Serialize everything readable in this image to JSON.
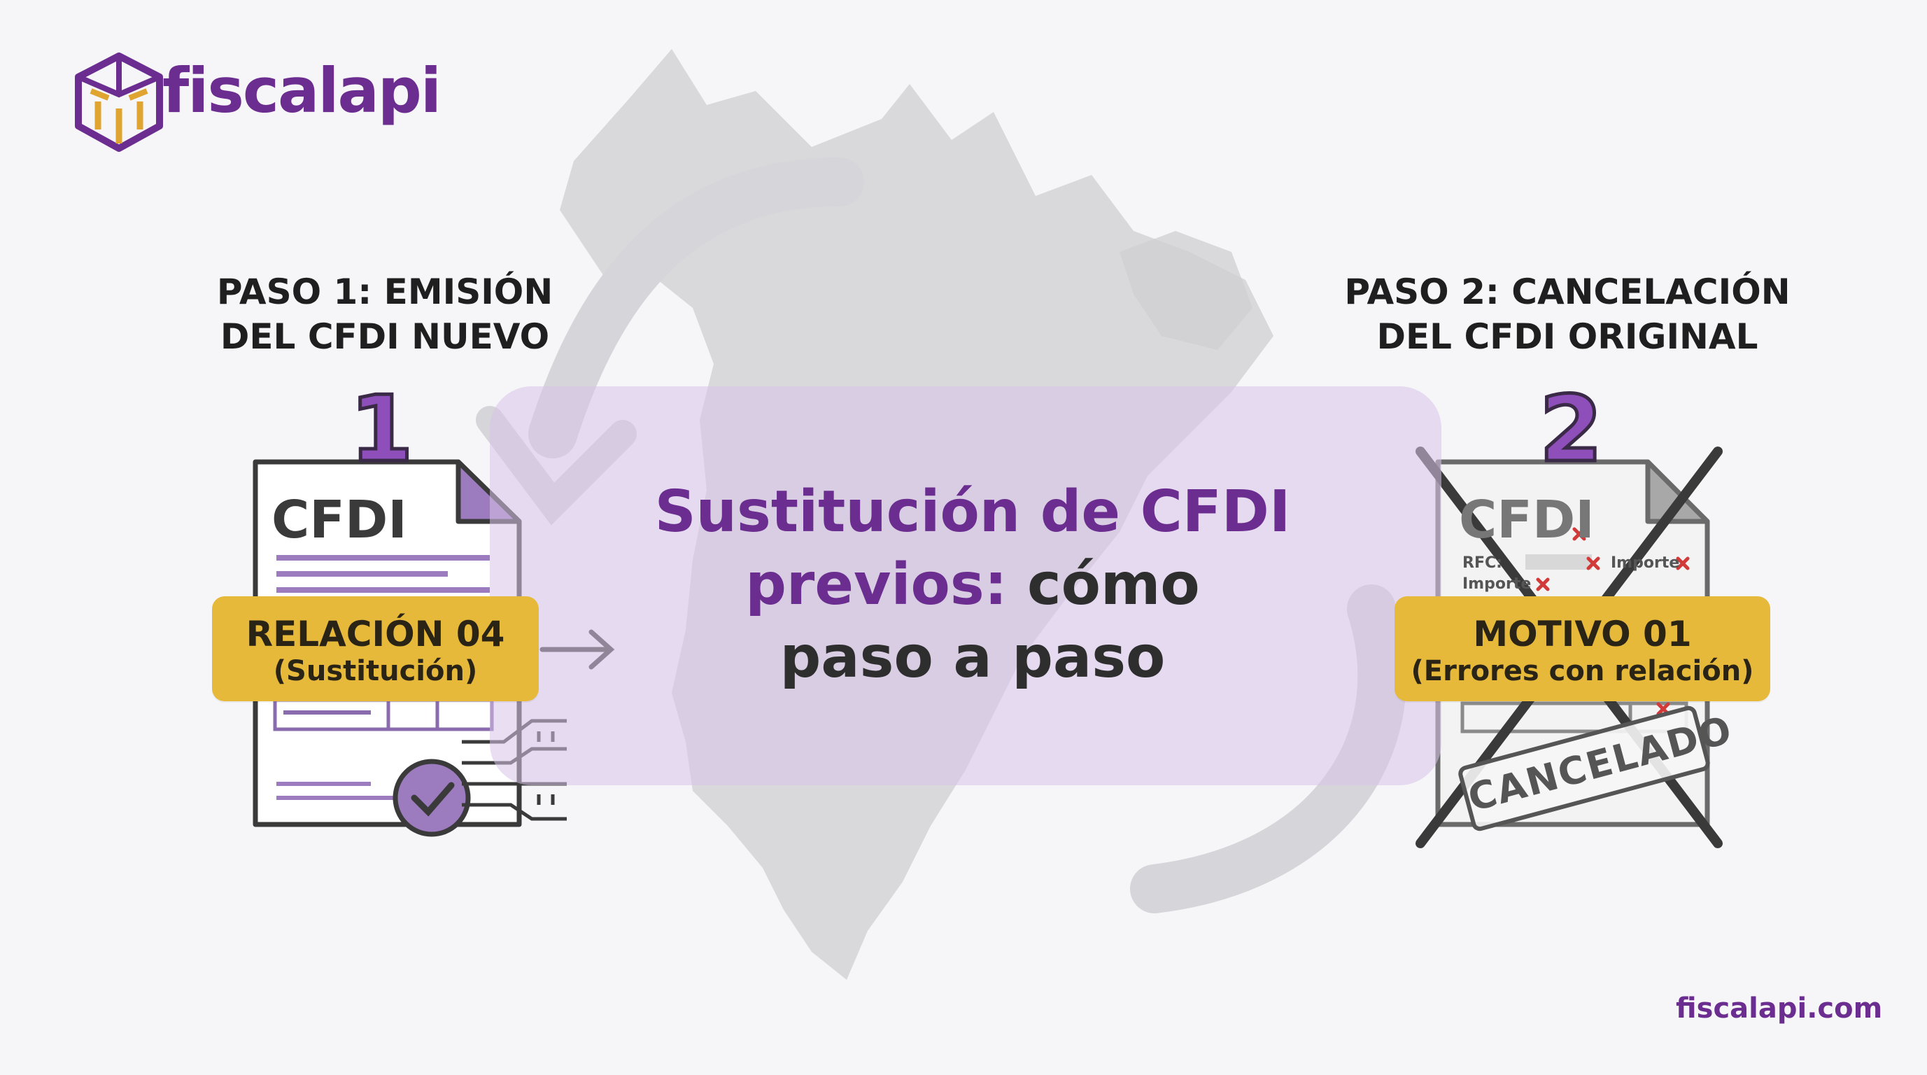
{
  "brand": {
    "logo_text": "fiscalapi",
    "url": "fiscalapi.com",
    "accent_color": "#6b2d8f",
    "badge_color": "#e6b93a"
  },
  "center": {
    "title_purple_1": "Sustitución de CFDI",
    "title_purple_2": "previos:",
    "title_dark_2": " cómo",
    "title_dark_3": "paso a paso"
  },
  "step1": {
    "title_line1": "PASO 1: EMISIÓN",
    "title_line2": "DEL CFDI NUEVO",
    "number": "1",
    "doc_title": "CFDI",
    "badge_line1": "RELACIÓN 04",
    "badge_line2": "(Sustitución)",
    "icons": [
      "document-icon",
      "check-seal-icon",
      "circuit-icon",
      "arrow-right-icon"
    ]
  },
  "step2": {
    "title_line1": "PASO 2: CANCELACIÓN",
    "title_line2": "DEL CFDI ORIGINAL",
    "number": "2",
    "doc_title": "CFDI",
    "field_rfc": "RFC:",
    "field_importe_1": "Importe",
    "field_importe_2": "Importe",
    "badge_line1": "MOTIVO 01",
    "badge_line2": "(Errores con relación)",
    "stamp": "CANCELADO",
    "icons": [
      "document-icon",
      "cross-out-icon",
      "cancel-stamp-icon"
    ]
  }
}
